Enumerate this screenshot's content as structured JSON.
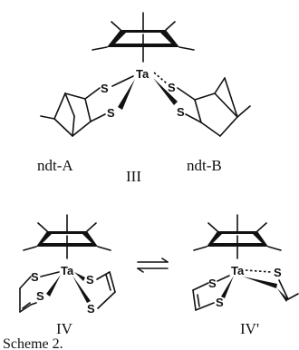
{
  "atoms": {
    "metal": "Ta",
    "sulfur": "S"
  },
  "labels": {
    "left_ligand": "ndt-A",
    "center_numeral": "III",
    "right_ligand": "ndt-B",
    "isomer_left": "IV",
    "isomer_right": "IV'"
  },
  "caption": "Scheme 2."
}
